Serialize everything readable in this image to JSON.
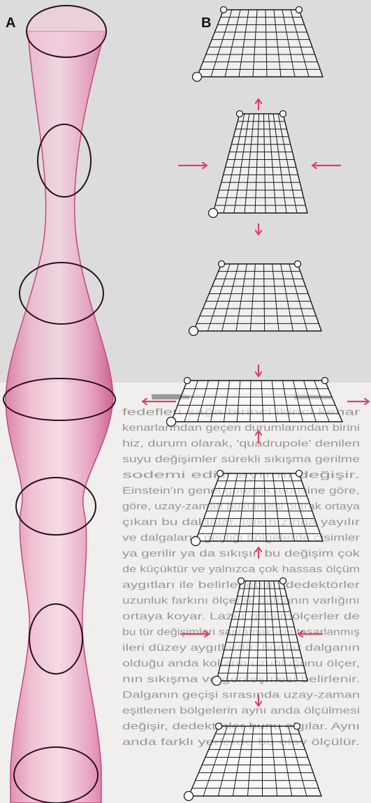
{
  "panels": {
    "a_label": "A",
    "b_label": "B"
  },
  "colors": {
    "tube_fill": "#e58fb3",
    "tube_edge": "#c14a7f",
    "arrow": "#d8406e",
    "grid_line": "#1a1a1a",
    "background": "#e6e4e2",
    "page_text": "#9a9896"
  },
  "background_text_lines": [
    "n",
    "fedefleri sağa birinci ikinci kenar",
    "kenarlarından geçen durumlarından birini",
    "hiz, durum olarak, 'quadrupole' denilen",
    "suyu değişimler sürekli sıkışma gerilme",
    "sodemi edilir ayrımı değişir.",
    "Einstein'ın genel görelilik teorisine göre,",
    "göre, uzay-zaman bükülmesi olarak ortaya",
    "çıkan bu dalgalar, ışık hızında yayılır",
    "ve dalgaların geçtiği bölgelerde cisimler",
    "ya gerilir ya da sıkışır, bu değişim çok",
    "de küçüktür ve yalnızca çok hassas ölçüm",
    "aygıtları ile belirlenebilir; dedektörler",
    "uzunluk farkını ölçerek dalganın varlığını",
    "ortaya koyar. Lazer girişimölçerler de",
    "bu tür değişimleri saptamak için tasarlanmış",
    "ileri düzey aygıtlardır; bunlar dalganın",
    "olduğu anda kolların uzunluğunu ölçer,",
    "nın sıkışma ve genleşmesi belirlenir.",
    "Dalganın geçişi sırasında uzay-zaman",
    "eşitlenen bölgelerin aynı anda ölçülmesi",
    "değişir, dedektörler bunu algılar. Aynı",
    "anda farklı yerlerde bu olay ölçülür."
  ]
}
